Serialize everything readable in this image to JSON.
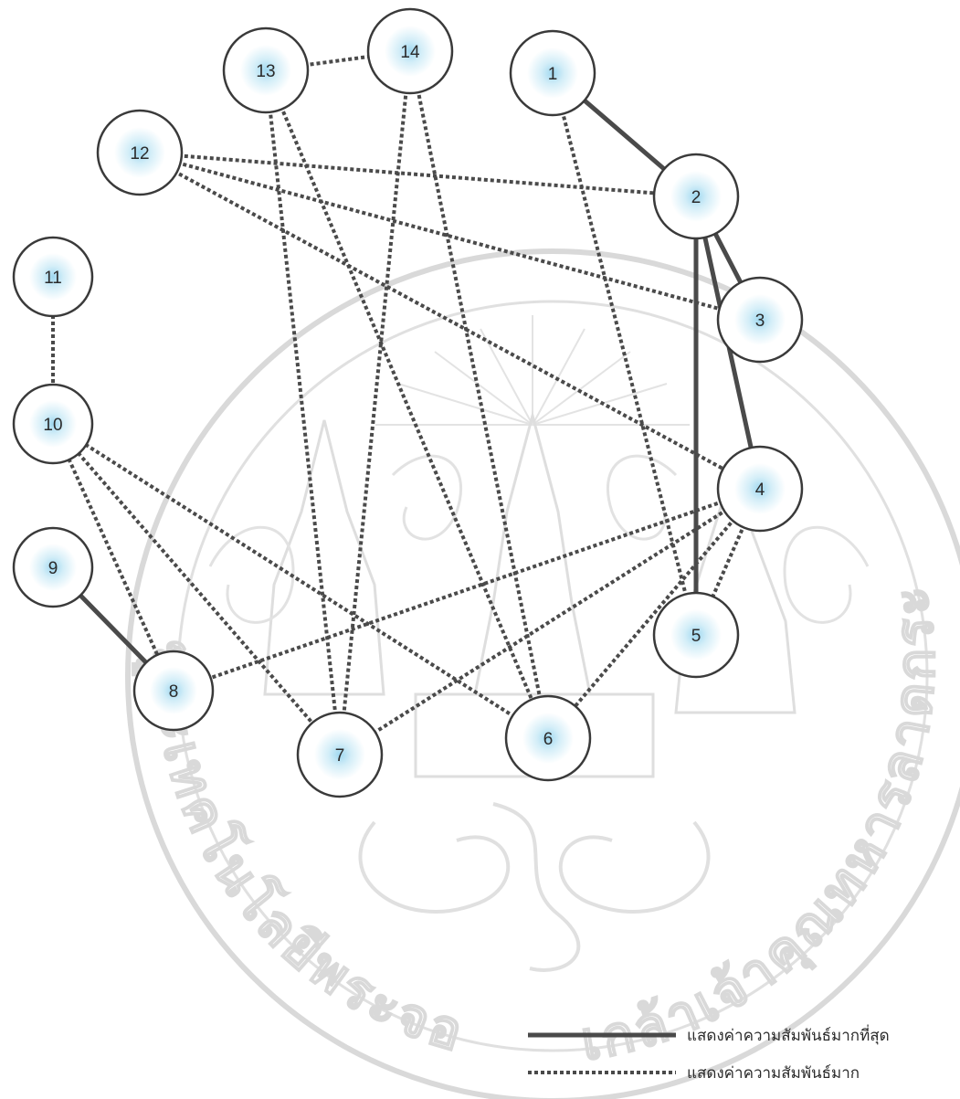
{
  "diagram": {
    "nodes": [
      {
        "id": "1",
        "label": "1"
      },
      {
        "id": "2",
        "label": "2"
      },
      {
        "id": "3",
        "label": "3"
      },
      {
        "id": "4",
        "label": "4"
      },
      {
        "id": "5",
        "label": "5"
      },
      {
        "id": "6",
        "label": "6"
      },
      {
        "id": "7",
        "label": "7"
      },
      {
        "id": "8",
        "label": "8"
      },
      {
        "id": "9",
        "label": "9"
      },
      {
        "id": "10",
        "label": "10"
      },
      {
        "id": "11",
        "label": "11"
      },
      {
        "id": "12",
        "label": "12"
      },
      {
        "id": "13",
        "label": "13"
      },
      {
        "id": "14",
        "label": "14"
      }
    ],
    "edges": [
      {
        "from": "1",
        "to": "2",
        "type": "strongest"
      },
      {
        "from": "2",
        "to": "3",
        "type": "strongest"
      },
      {
        "from": "2",
        "to": "4",
        "type": "strongest"
      },
      {
        "from": "2",
        "to": "5",
        "type": "strongest"
      },
      {
        "from": "8",
        "to": "9",
        "type": "strongest"
      },
      {
        "from": "13",
        "to": "14",
        "type": "strong"
      },
      {
        "from": "12",
        "to": "2",
        "type": "strong"
      },
      {
        "from": "12",
        "to": "3",
        "type": "strong"
      },
      {
        "from": "12",
        "to": "4",
        "type": "strong"
      },
      {
        "from": "13",
        "to": "7",
        "type": "strong"
      },
      {
        "from": "13",
        "to": "6",
        "type": "strong"
      },
      {
        "from": "14",
        "to": "7",
        "type": "strong"
      },
      {
        "from": "14",
        "to": "6",
        "type": "strong"
      },
      {
        "from": "1",
        "to": "5",
        "type": "strong"
      },
      {
        "from": "11",
        "to": "10",
        "type": "strong"
      },
      {
        "from": "10",
        "to": "8",
        "type": "strong"
      },
      {
        "from": "10",
        "to": "7",
        "type": "strong"
      },
      {
        "from": "10",
        "to": "6",
        "type": "strong"
      },
      {
        "from": "4",
        "to": "8",
        "type": "strong"
      },
      {
        "from": "4",
        "to": "7",
        "type": "strong"
      },
      {
        "from": "4",
        "to": "6",
        "type": "strong"
      },
      {
        "from": "4",
        "to": "5",
        "type": "strong"
      }
    ]
  },
  "legend": {
    "solid_label": "แสดงค่าความสัมพันธ์มากที่สุด",
    "dotted_label": "แสดงค่าความสัมพันธ์มาก"
  },
  "colors": {
    "node_fill": "#ffffff",
    "node_stroke": "#3a3a3a",
    "node_glow": "#bfe6f5",
    "edge": "#4a4a4a",
    "watermark": "#d9d9d9"
  }
}
